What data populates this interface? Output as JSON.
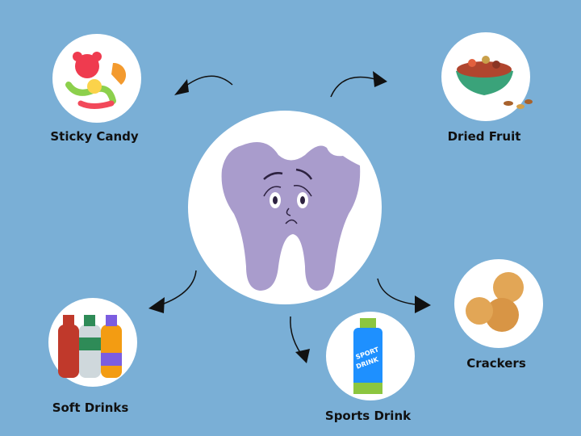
{
  "colors": {
    "background": "#7aafd6",
    "tooth": "#a99ccc",
    "circle": "#ffffff"
  },
  "center": {
    "icon": "sad-tooth-icon"
  },
  "items": [
    {
      "label": "Sticky Candy",
      "icon": "gummy-candy-icon"
    },
    {
      "label": "Dried Fruit",
      "icon": "dried-fruit-bowl-icon"
    },
    {
      "label": "Crackers",
      "icon": "crackers-icon"
    },
    {
      "label": "Sports Drink",
      "icon": "sports-drink-bottle-icon",
      "bottle_text": "SPORT DRINK"
    },
    {
      "label": "Soft Drinks",
      "icon": "soda-bottles-icon"
    }
  ]
}
